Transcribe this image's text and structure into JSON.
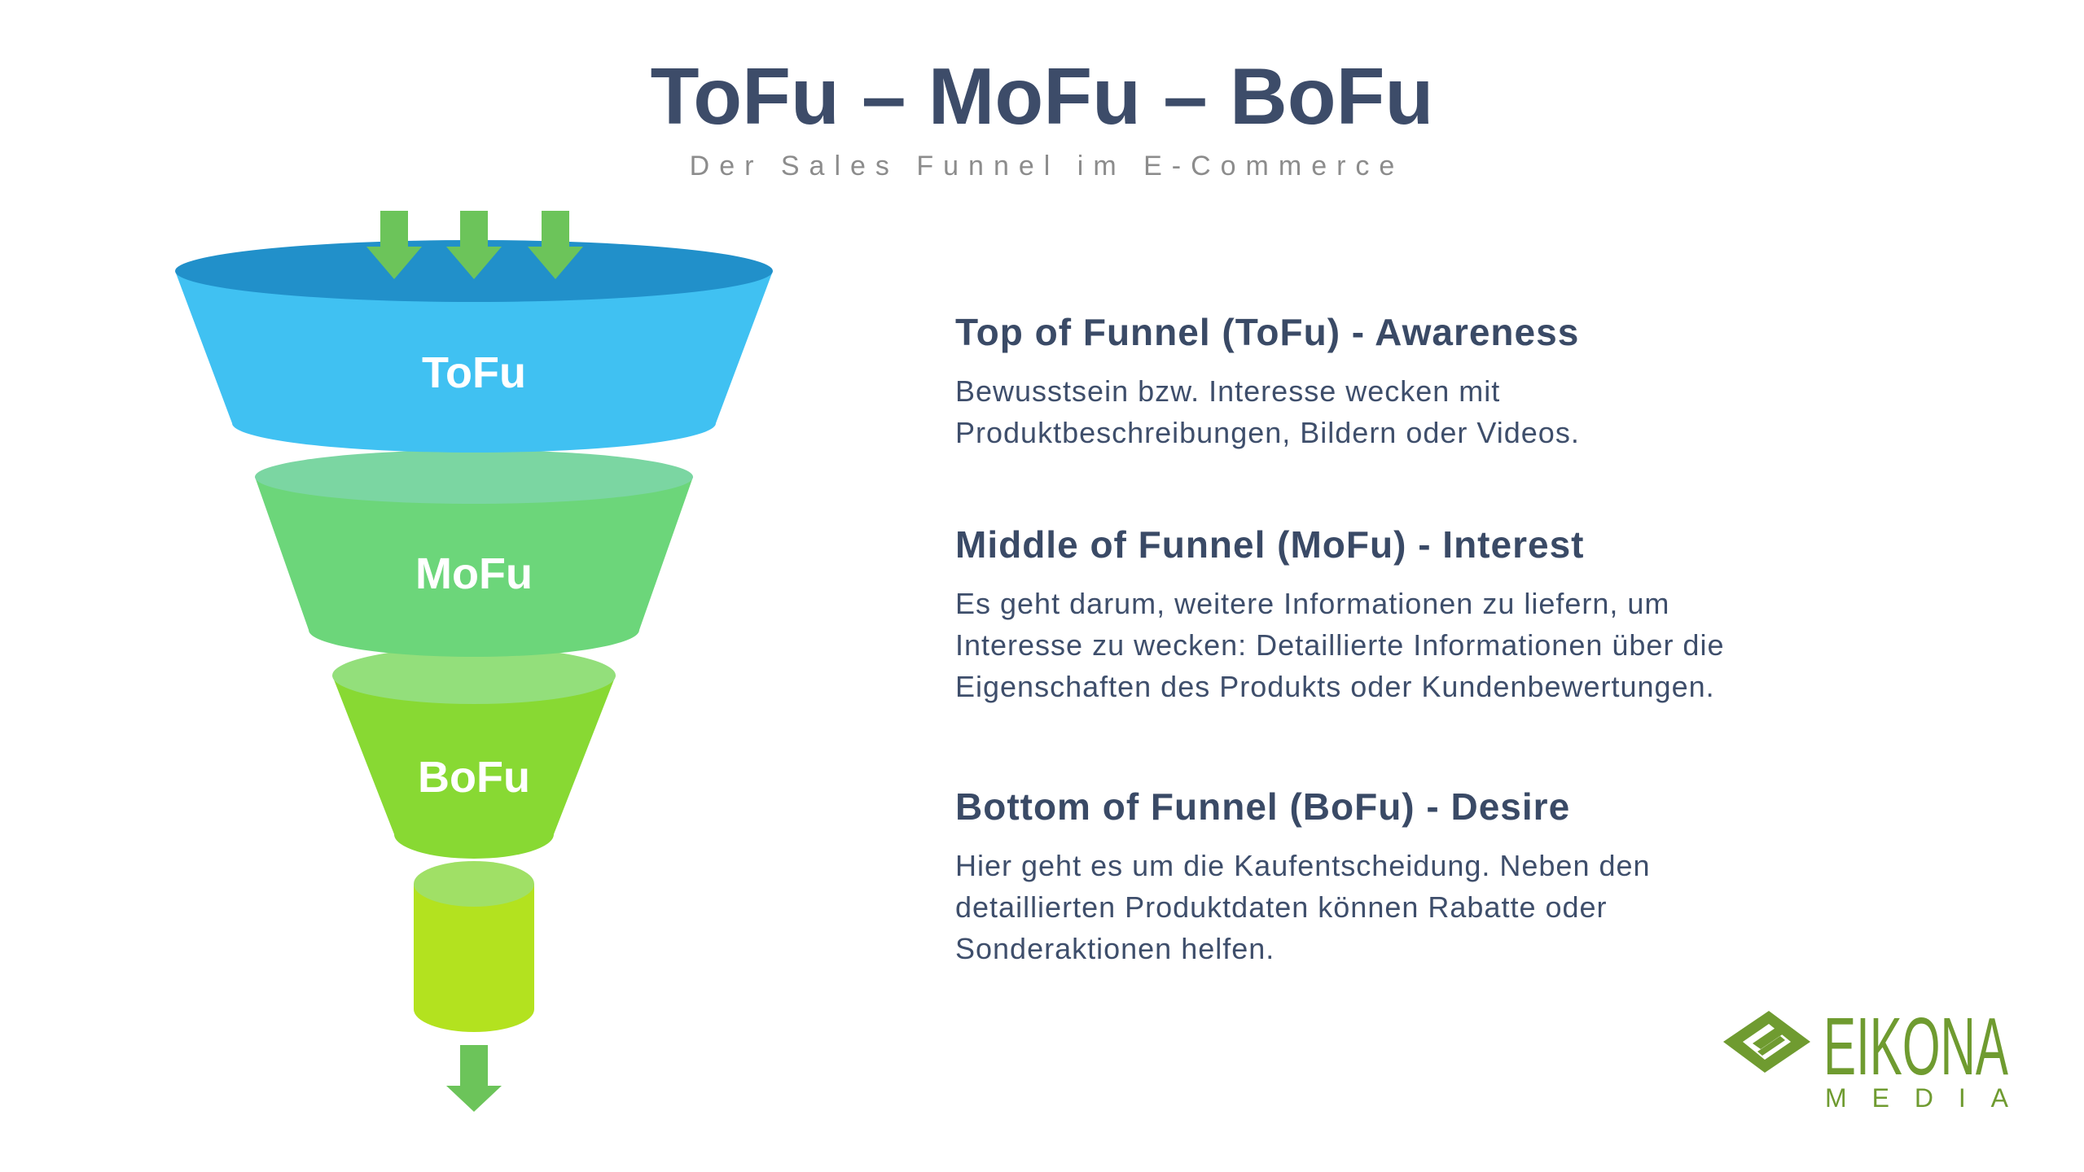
{
  "title": "ToFu – MoFu – BoFu",
  "subtitle": "Der Sales Funnel im E-Commerce",
  "funnel": {
    "stages": [
      {
        "label": "ToFu",
        "rim_color": "#2190ca",
        "body_color": "#40c1f2"
      },
      {
        "label": "MoFu",
        "rim_color": "#7bd6a2",
        "body_color": "#6cd67a"
      },
      {
        "label": "BoFu",
        "rim_color": "#93df7b",
        "body_color": "#88d933"
      }
    ],
    "outlet": {
      "rim_color": "#a0e066",
      "body_color": "#b3e21f"
    },
    "arrow_color": "#6cc45a",
    "icons": {
      "input_arrows": "arrow-down-icon",
      "output_arrow": "arrow-down-icon"
    }
  },
  "sections": [
    {
      "heading": "Top of Funnel (ToFu) - Awareness",
      "lines": [
        "Bewusstsein bzw. Interesse wecken mit",
        "Produktbeschreibungen, Bildern oder Videos."
      ]
    },
    {
      "heading": "Middle of Funnel (MoFu) - Interest",
      "lines": [
        "Es geht darum, weitere Informationen zu liefern, um",
        "Interesse zu wecken: Detaillierte Informationen über die",
        "Eigenschaften des Produkts oder Kundenbewertungen."
      ]
    },
    {
      "heading": "Bottom of Funnel (BoFu) - Desire",
      "lines": [
        "Hier geht es um die Kaufentscheidung. Neben den",
        "detaillierten Produktdaten können Rabatte oder",
        "Sonderaktionen helfen."
      ]
    }
  ],
  "logo": {
    "name": "EIKONA",
    "tagline": "MEDIA",
    "icon": "eikona-logo-icon",
    "color": "#6f9b30"
  },
  "colors": {
    "title": "#3d4c69",
    "subtitle": "#8c8c8c",
    "heading": "#3a4a66",
    "text": "#3e4e6b"
  }
}
